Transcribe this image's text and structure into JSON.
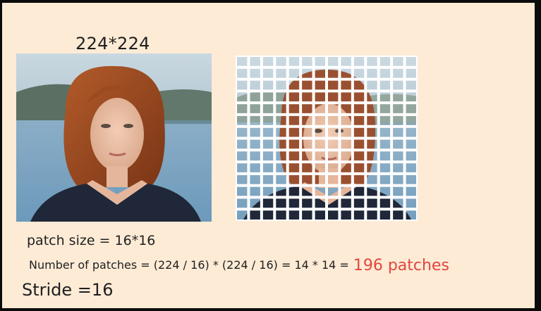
{
  "title": "224*224",
  "patch_size_text": "patch size = 16*16",
  "num_patches_text": "Number of patches = (224 / 16) * (224 / 16) = 14 * 14 =",
  "num_patches_highlight": "196 patches",
  "stride_text": "Stride =16",
  "grid": {
    "rows": 14,
    "cols": 14
  },
  "colors": {
    "background": "#fdebd6",
    "highlight": "#e2463d",
    "gridline": "#ffffff"
  },
  "images": {
    "original": "portrait-photo",
    "patched": "patched-portrait-photo"
  }
}
